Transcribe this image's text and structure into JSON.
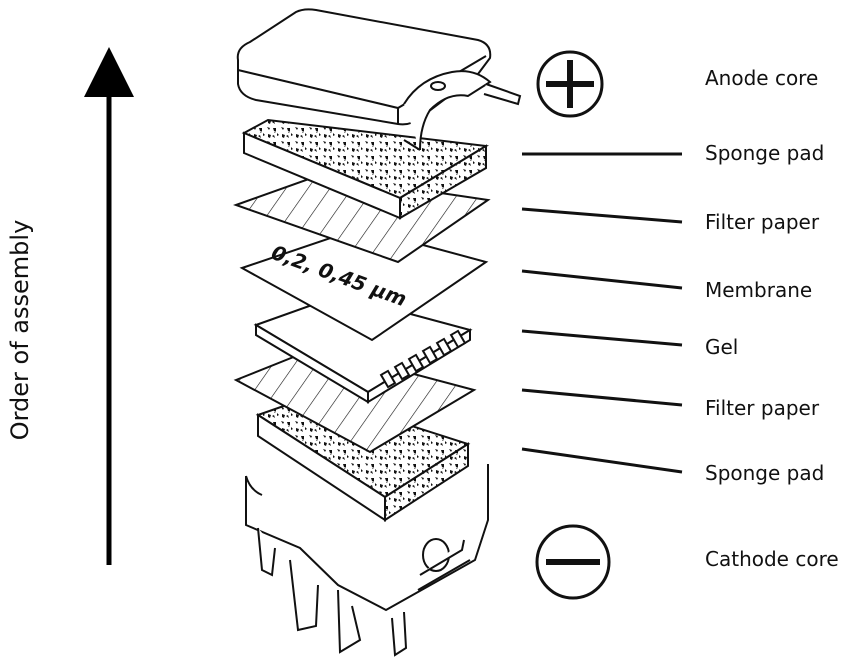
{
  "axis_label": "Order of assembly",
  "membrane_text": "0,2, 0,45 µm",
  "symbols": {
    "anode": "plus-sign",
    "cathode": "minus-sign"
  },
  "layers": [
    {
      "label": "Anode core"
    },
    {
      "label": "Sponge pad"
    },
    {
      "label": "Filter paper"
    },
    {
      "label": "Membrane"
    },
    {
      "label": "Gel"
    },
    {
      "label": "Filter paper"
    },
    {
      "label": "Sponge pad"
    },
    {
      "label": "Cathode core"
    }
  ]
}
